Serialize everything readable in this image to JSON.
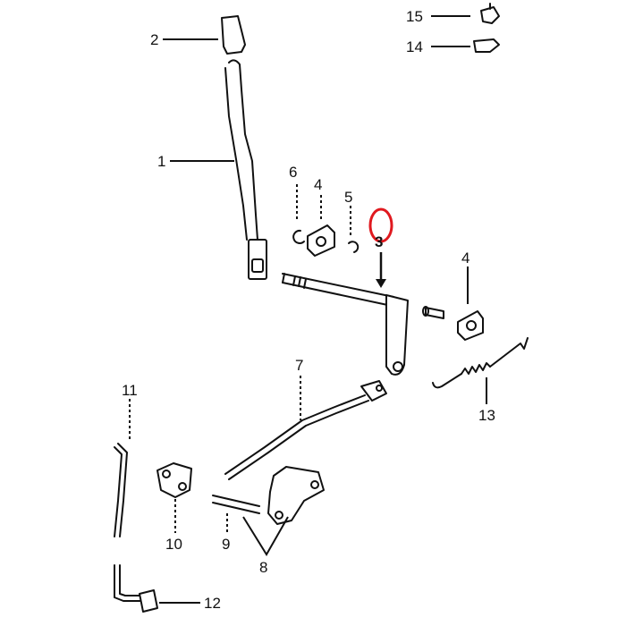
{
  "diagram": {
    "callouts": {
      "p1": "1",
      "p2": "2",
      "p3": "3",
      "p4a": "4",
      "p4b": "4",
      "p5": "5",
      "p6": "6",
      "p7": "7",
      "p8": "8",
      "p9": "9",
      "p10": "10",
      "p11": "11",
      "p12": "12",
      "p13": "13",
      "p14": "14",
      "p15": "15"
    },
    "highlighted_callout": "3",
    "colors": {
      "highlight": "#e0191f",
      "line": "#111111",
      "background": "#ffffff"
    }
  }
}
